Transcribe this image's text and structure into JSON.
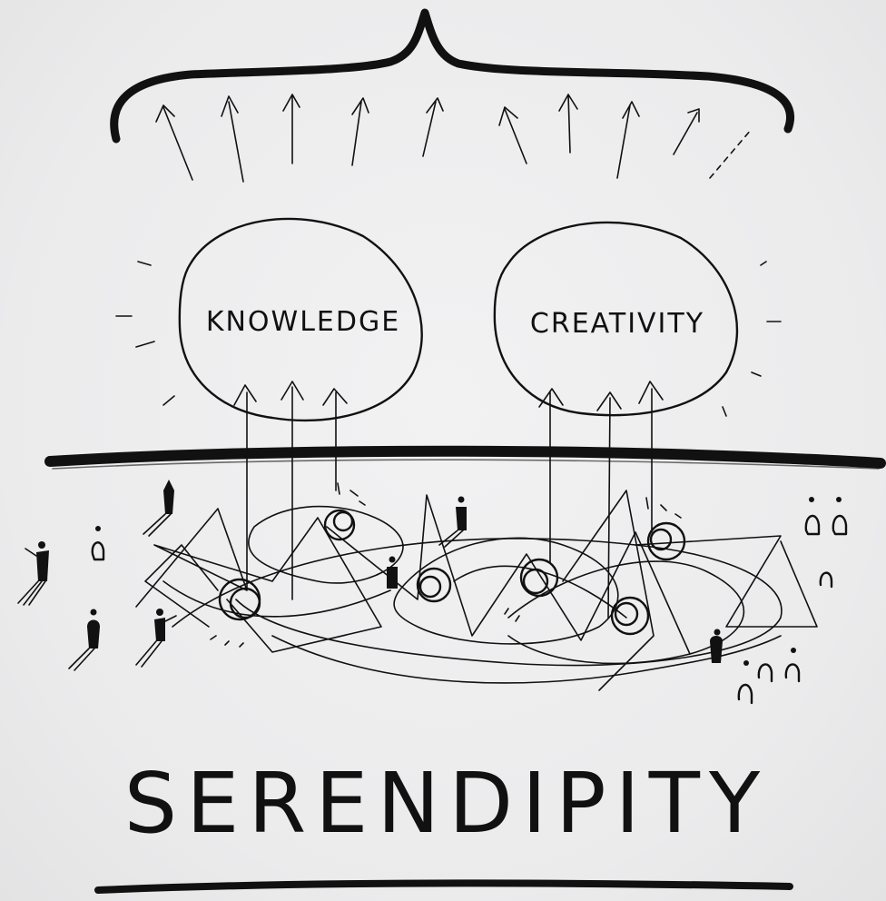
{
  "diagram": {
    "bubbles": [
      {
        "label": "KNOWLEDGE"
      },
      {
        "label": "CREATIVITY"
      }
    ],
    "title": "SERENDIPITY"
  },
  "colors": {
    "ink": "#111111",
    "paper": "#ededee"
  }
}
